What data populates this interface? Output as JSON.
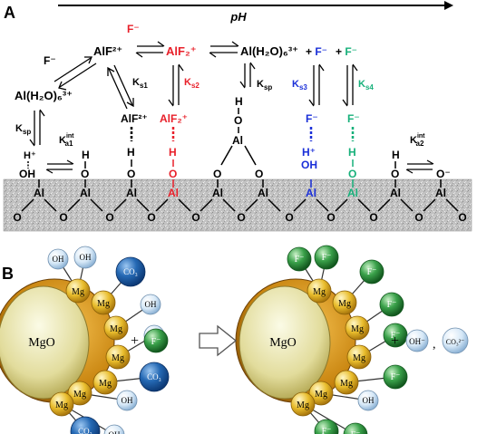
{
  "panel_a": {
    "label": "A",
    "ph_label": "pH",
    "species": {
      "f_top": "F⁻",
      "alf2": "AlF²⁺",
      "alf2plus_red": "AlF₂⁺",
      "al_h2o_top": "Al(H₂O)₆³⁺",
      "plus_f_blue": "+ F⁻",
      "plus_f_green": "+ F⁻",
      "f_left": "F⁻",
      "al_h2o_left": "Al(H₂O)₆³⁺",
      "ks1": "Ks1",
      "ks2": "Ks2",
      "ksp_mid": "Ksp",
      "ks3": "Ks3",
      "ks4": "Ks4",
      "ksp_left": "Ksp",
      "ka1": "Ka1int",
      "ka2": "Ka2int"
    },
    "surface_sites": {
      "site1_top": "H⁺",
      "site1_oh": "OH",
      "site2_h": "H",
      "site2_o": "O",
      "site3_alf": "AlF²⁺",
      "site3_h": "H",
      "site3_o": "O",
      "site4_alf2": "AlF₂⁺",
      "site4_h": "H",
      "site4_o": "O",
      "site4_al": "Al",
      "bridge_h": "H",
      "bridge_o": "O",
      "bridge_al": "Al",
      "site6_f": "F⁻",
      "site6_h": "H⁺",
      "site6_oh": "OH",
      "site7_f": "F⁻",
      "site7_h": "H",
      "site7_o": "O",
      "site7_al": "Al",
      "site8_h": "H",
      "site8_o": "O",
      "site9_o": "O⁻"
    },
    "lattice_al": "Al",
    "lattice_o": "O"
  },
  "panel_b": {
    "label": "B",
    "core": "MgO",
    "mg": "Mg",
    "oh": "OH",
    "co3": "CO₃",
    "f": "F⁻",
    "plus1": "+",
    "plus2": "+",
    "oh_product": "OH⁻",
    "comma": ",",
    "co3_product": "CO₃²⁻"
  },
  "colors": {
    "red": "#e8202a",
    "blue": "#1a2fd8",
    "green": "#17b07a",
    "surface": "#b9b9b9",
    "mg_gold": "#e6b82a",
    "co3_blue": "#1f5fa8",
    "oh_light": "#cfe3f4",
    "f_green": "#2f9a3e"
  }
}
